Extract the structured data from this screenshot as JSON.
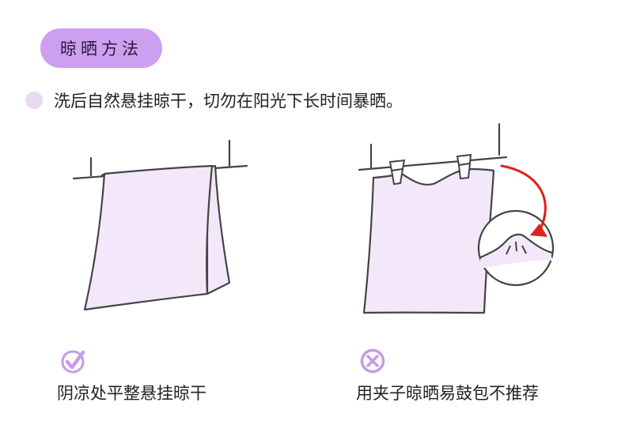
{
  "header": {
    "pill_label": "晾晒方法"
  },
  "instruction": {
    "text": "洗后自然悬挂晾干，切勿在阳光下长时间暴晒。"
  },
  "panels": [
    {
      "caption": "阴凉处平整悬挂晾干",
      "status_icon": "check-icon",
      "status": "recommended"
    },
    {
      "caption": "用夹子晾晒易鼓包不推荐",
      "status_icon": "cross-icon",
      "status": "not-recommended"
    }
  ],
  "colors": {
    "accent": "#cc9ff0",
    "towel_fill": "#f3e8f9",
    "outline": "#444444",
    "arrow": "#e02020",
    "icon": "#c79be8"
  }
}
